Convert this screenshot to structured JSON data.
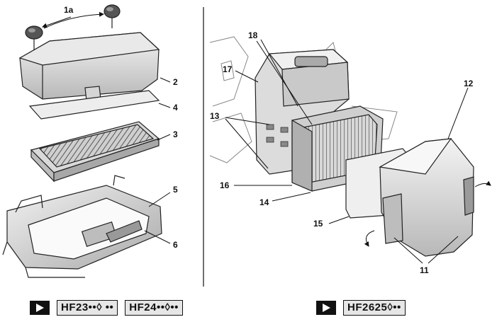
{
  "callouts": {
    "c1a": "1a",
    "c2": "2",
    "c3": "3",
    "c4": "4",
    "c5": "5",
    "c6": "6",
    "c11": "11",
    "c12": "12",
    "c13": "13",
    "c14": "14",
    "c15": "15",
    "c16": "16",
    "c17": "17",
    "c18": "18"
  },
  "model_codes": {
    "left_1": "HF23••◊ ••",
    "left_2": "HF24••◊••",
    "right_1": "HF2625◊••"
  },
  "icons": {
    "badge_arrow": "play-arrow-icon",
    "rotate": "curved-arrow-icon"
  }
}
